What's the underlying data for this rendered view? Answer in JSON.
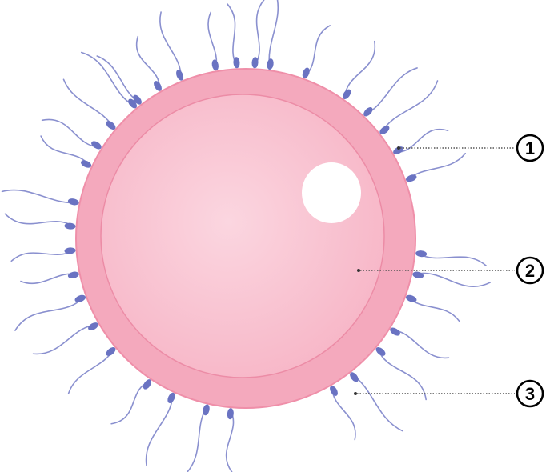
{
  "diagram": {
    "subject": "egg-cell-with-sperm",
    "colors": {
      "background": "#ffffff",
      "outer_layer": "#f4a9bd",
      "outer_layer_edge": "#ef8fa9",
      "inner_cell": "#f7b6c7",
      "inner_cell_center": "#fbd6e0",
      "inner_edge": "#ec8ca6",
      "nucleus": "#ffffff",
      "sperm_head": "#6a73c2",
      "sperm_tail": "#8a90cf",
      "leader_line": "#555555",
      "callout_circle": "#000000"
    },
    "callouts": [
      {
        "label": "1",
        "name": "callout-1"
      },
      {
        "label": "2",
        "name": "callout-2"
      },
      {
        "label": "3",
        "name": "callout-3"
      }
    ]
  }
}
